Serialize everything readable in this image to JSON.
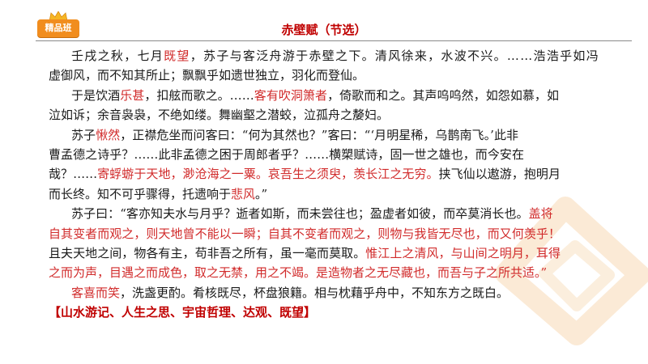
{
  "badge": {
    "label": "精品班"
  },
  "title": "赤壁赋（节选）",
  "colors": {
    "red": "#d12b2b",
    "title": "#c00000",
    "badge": "#f18d1e",
    "text": "#1a1a1a",
    "rule": "#8a8a8a"
  },
  "lines": [
    {
      "indent": true,
      "segs": [
        {
          "t": "壬戌之秋，七月"
        },
        {
          "t": "既望",
          "red": true
        },
        {
          "t": "，苏子与客泛舟游于赤壁之下。清风徐来，水波不兴。……浩浩乎如冯"
        }
      ]
    },
    {
      "segs": [
        {
          "t": "虚御风，而不知其所止；飘飘乎如遗世独立，羽化而登仙。"
        }
      ]
    },
    {
      "indent": true,
      "segs": [
        {
          "t": "于是饮酒"
        },
        {
          "t": "乐甚",
          "red": true
        },
        {
          "t": "，扣舷而歌之。……"
        },
        {
          "t": "客有吹洞箫者",
          "red": true
        },
        {
          "t": "，倚歌而和之。其声呜呜然，如怨如慕，如"
        }
      ]
    },
    {
      "segs": [
        {
          "t": "泣如诉；余音袅袅，不绝如缕。舞幽壑之潜蛟，泣孤舟之嫠妇。"
        }
      ]
    },
    {
      "indent": true,
      "segs": [
        {
          "t": "苏子"
        },
        {
          "t": "愀然",
          "red": true
        },
        {
          "t": "，正襟危坐而问客曰：“何为其然也？”客曰：“‘月明星稀，乌鹊南飞。’此非"
        }
      ]
    },
    {
      "segs": [
        {
          "t": "曹孟德之诗乎？……此非孟德之困于周郎者乎？……横槊赋诗，固一世之雄也，而今安在"
        }
      ]
    },
    {
      "segs": [
        {
          "t": "哉？……"
        },
        {
          "t": "寄蜉蝣于天地，渺沧海之一粟。哀吾生之须臾，羡长江之无穷。",
          "red": true
        },
        {
          "t": "挟飞仙以遨游，抱明月"
        }
      ]
    },
    {
      "segs": [
        {
          "t": "而长终。知不可乎骤得，托遗响于"
        },
        {
          "t": "悲风",
          "red": true
        },
        {
          "t": "。”"
        }
      ]
    },
    {
      "indent": true,
      "segs": [
        {
          "t": "苏子曰：“客亦知夫水与月乎？逝者如斯，而未尝往也；盈虚者如彼，而卒莫消长也。"
        },
        {
          "t": "盖将",
          "red": true
        }
      ]
    },
    {
      "segs": [
        {
          "t": "自其变者而观之，则天地曾不能以一瞬；自其不变者而观之，则物与我皆无尽也，而又何羡乎！",
          "red": true
        }
      ]
    },
    {
      "segs": [
        {
          "t": "且夫天地之间，物各有主，苟非吾之所有，虽一毫而莫取。"
        },
        {
          "t": "惟江上之清风，与山间之明月，耳得",
          "red": true
        }
      ]
    },
    {
      "segs": [
        {
          "t": "之而为声，目遇之而成色，取之无禁，用之不竭。是造物者之无尽藏也，而吾与子之所共适。”",
          "red": true
        }
      ]
    },
    {
      "indent": true,
      "segs": [
        {
          "t": "客喜而笑",
          "red": true
        },
        {
          "t": "，洗盏更酌。肴核既尽，杯盘狼籍。相与枕藉乎舟中，不知东方之既白。"
        }
      ]
    },
    {
      "summary": true,
      "segs": [
        {
          "t": "【山水游记、人生之思、宇宙哲理、达观、既望】"
        }
      ]
    }
  ]
}
